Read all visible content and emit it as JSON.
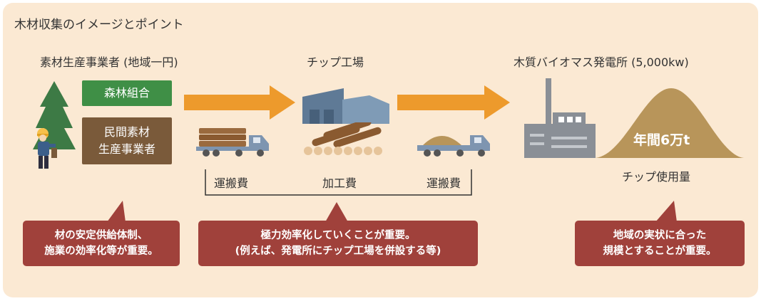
{
  "title": "木材収集のイメージとポイント",
  "stages": {
    "supplier": {
      "heading": "素材生産事業者 (地域一円)",
      "badge_forest": "森林組合",
      "badge_private_line1": "民間素材",
      "badge_private_line2": "生産事業者"
    },
    "factory": {
      "heading": "チップ工場"
    },
    "plant": {
      "heading": "木質バイオマス発電所 (5,000kw)",
      "pile_label": "年間6万t",
      "pile_caption": "チップ使用量"
    }
  },
  "costs": {
    "transport1": "運搬費",
    "processing": "加工費",
    "transport2": "運搬費"
  },
  "callouts": {
    "left": [
      "材の安定供給体制、",
      "施業の効率化等が重要。"
    ],
    "middle": [
      "極力効率化していくことが重要。",
      "(例えば、発電所にチップ工場を併設する等)"
    ],
    "right": [
      "地域の実状に合った",
      "規模とすることが重要。"
    ]
  },
  "colors": {
    "panel_bg": "#fbe9d3",
    "arrow": "#ed9a2c",
    "forest_badge": "#3f8f46",
    "private_badge": "#7a5a3a",
    "callout": "#a0413b",
    "chip_pile": "#b8955a",
    "truck": "#7e95b0"
  },
  "icons": [
    "tree-icon",
    "worker-icon",
    "truck-logs-icon",
    "factory-icon",
    "log-pile-icon",
    "truck-chips-icon",
    "power-plant-icon",
    "chip-pile-icon"
  ]
}
